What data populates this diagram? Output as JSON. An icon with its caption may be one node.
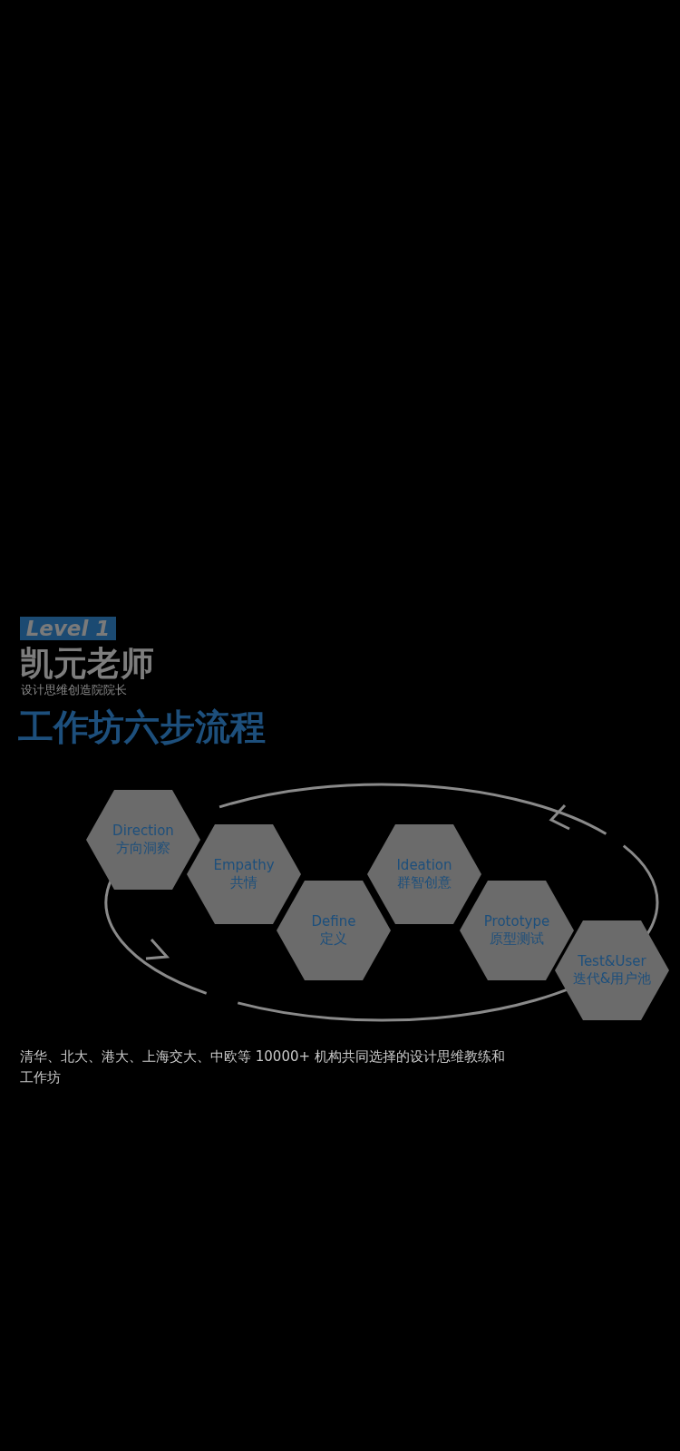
{
  "diagram": {
    "title": "工作坊六步流程",
    "nodes": [
      {
        "text": [
          "Direction",
          "方向洞察"
        ]
      },
      {
        "text": [
          "Empathy",
          "共情"
        ]
      },
      {
        "text": [
          "Define",
          "定义"
        ]
      },
      {
        "text": [
          "Ideation",
          "群智创意"
        ]
      },
      {
        "text": [
          "Prototype",
          "原型测试"
        ]
      },
      {
        "text": [
          "Test&User",
          "迭代&用户池"
        ]
      }
    ],
    "labels": [
      "Level 1",
      "凯元老师",
      "设计思维创造院院长",
      "清华、北大、港大、上海交大、中欧等 10000+ 机构共同选择的设计思维教练和工作坊"
    ]
  }
}
